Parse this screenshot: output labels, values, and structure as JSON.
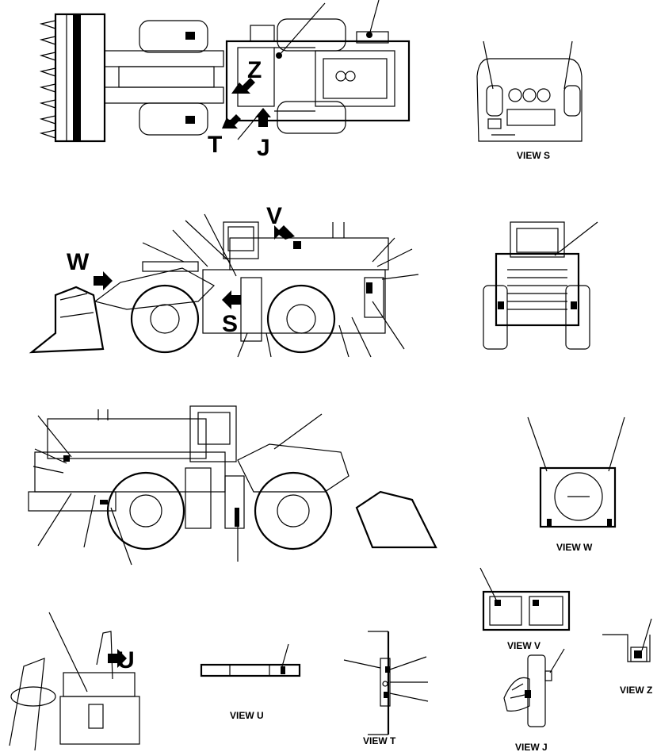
{
  "view_letters": {
    "z": "Z",
    "t": "T",
    "j": "J",
    "v": "V",
    "w": "W",
    "s": "S",
    "u": "U"
  },
  "captions": {
    "view_s": "VIEW S",
    "view_w": "VIEW W",
    "view_v": "VIEW V",
    "view_z": "VIEW Z",
    "view_u": "VIEW U",
    "view_t": "VIEW T",
    "view_j": "VIEW J"
  }
}
